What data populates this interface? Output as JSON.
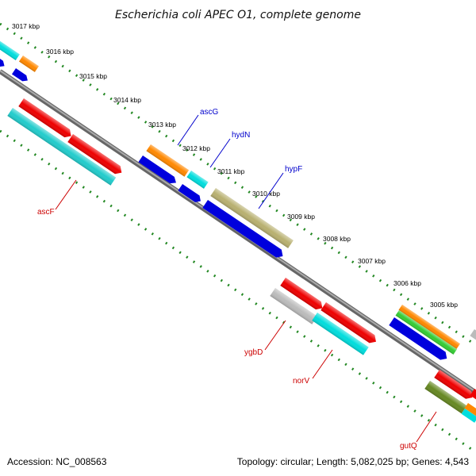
{
  "title": "Escherichia coli APEC O1, complete genome",
  "footer": {
    "accession": "Accession: NC_008563",
    "topology": "Topology: circular; Length: 5,082,025 bp; Genes: 4,543"
  },
  "ticks": [
    {
      "label": "3017 kbp"
    },
    {
      "label": "3016 kbp"
    },
    {
      "label": "3015 kbp"
    },
    {
      "label": "3014 kbp"
    },
    {
      "label": "3013 kbp"
    },
    {
      "label": "3012 kbp"
    },
    {
      "label": "3011 kbp"
    },
    {
      "label": "3010 kbp"
    },
    {
      "label": "3009 kbp"
    },
    {
      "label": "3008 kbp"
    },
    {
      "label": "3007 kbp"
    },
    {
      "label": "3006 kbp"
    },
    {
      "label": "3005 kbp"
    }
  ],
  "gene_labels": [
    {
      "name": "ascG",
      "color": "#0000cc"
    },
    {
      "name": "hydN",
      "color": "#0000cc"
    },
    {
      "name": "hypF",
      "color": "#0000cc"
    },
    {
      "name": "ascF",
      "color": "#cc0000"
    },
    {
      "name": "ygbD",
      "color": "#cc0000"
    },
    {
      "name": "norV",
      "color": "#cc0000"
    },
    {
      "name": "gutQ",
      "color": "#cc0000"
    }
  ],
  "feature_colors": {
    "red": "#ee0000",
    "blue": "#0000dd",
    "cyan": "#00dddd",
    "orange": "#ff8800",
    "khaki": "#b8b070",
    "gray": "#bbbbbb",
    "green": "#33cc33",
    "olive": "#668822",
    "teal": "#22bbbb",
    "backbone": "#888888",
    "tick": "#228822"
  }
}
